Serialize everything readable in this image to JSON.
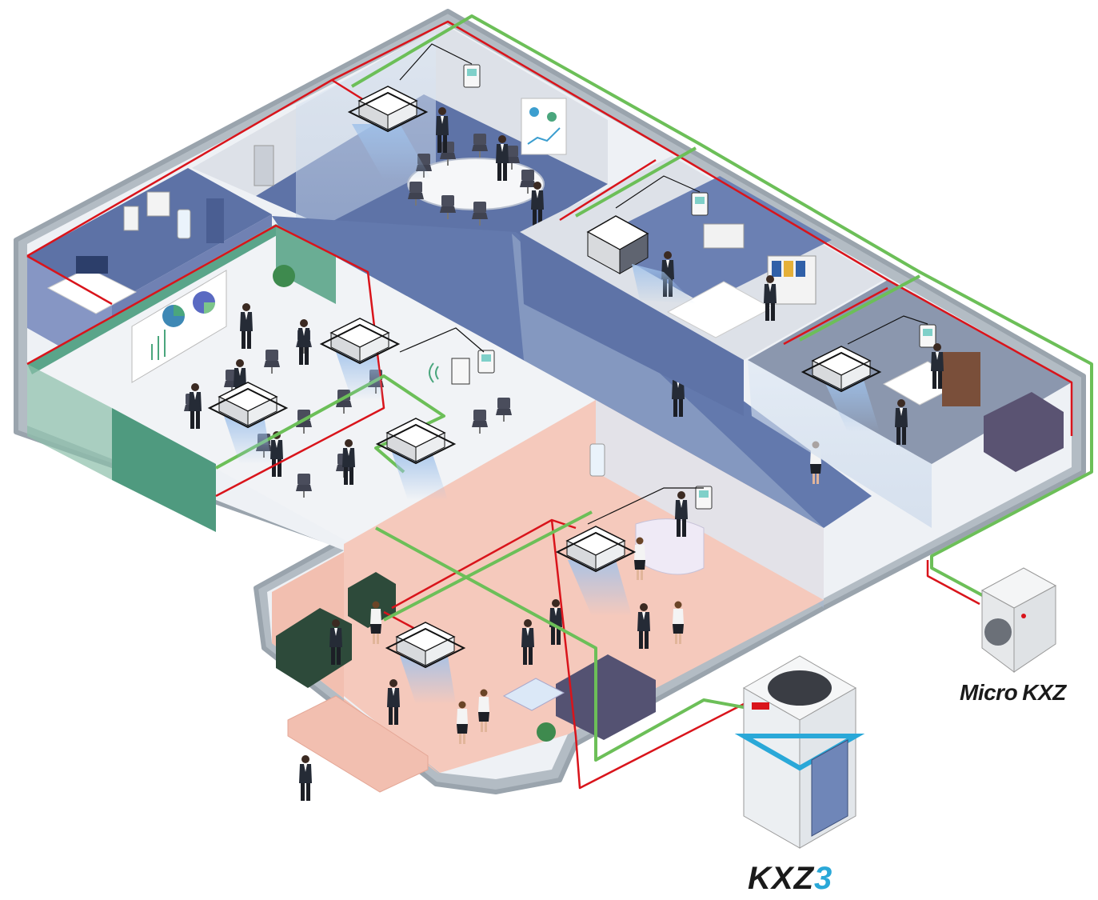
{
  "colors": {
    "refrigerant_line": "#d9141b",
    "control_line": "#6cbf58",
    "outer_wall": "#a9b3bb",
    "blue_floor": "#6b7fae",
    "green_wall": "#5aa58a",
    "reception_floor": "#f5c9bc",
    "seminar_floor": "#f1f3f6",
    "kxz3_accent": "#2aa8d8"
  },
  "icons": [
    "ceiling-cassette-unit-icon",
    "ducted-unit-icon",
    "wall-controller-icon",
    "central-controller-icon",
    "wireless-signal-icon",
    "outdoor-unit-icon",
    "person-icon",
    "sofa-icon",
    "plant-icon",
    "chart-board-icon"
  ],
  "products": {
    "micro_kxz": {
      "name_part1": "Micro",
      "name_part2": "KXZ"
    },
    "kxz3": {
      "name_part1": "KXZ",
      "name_part2": "3"
    }
  }
}
